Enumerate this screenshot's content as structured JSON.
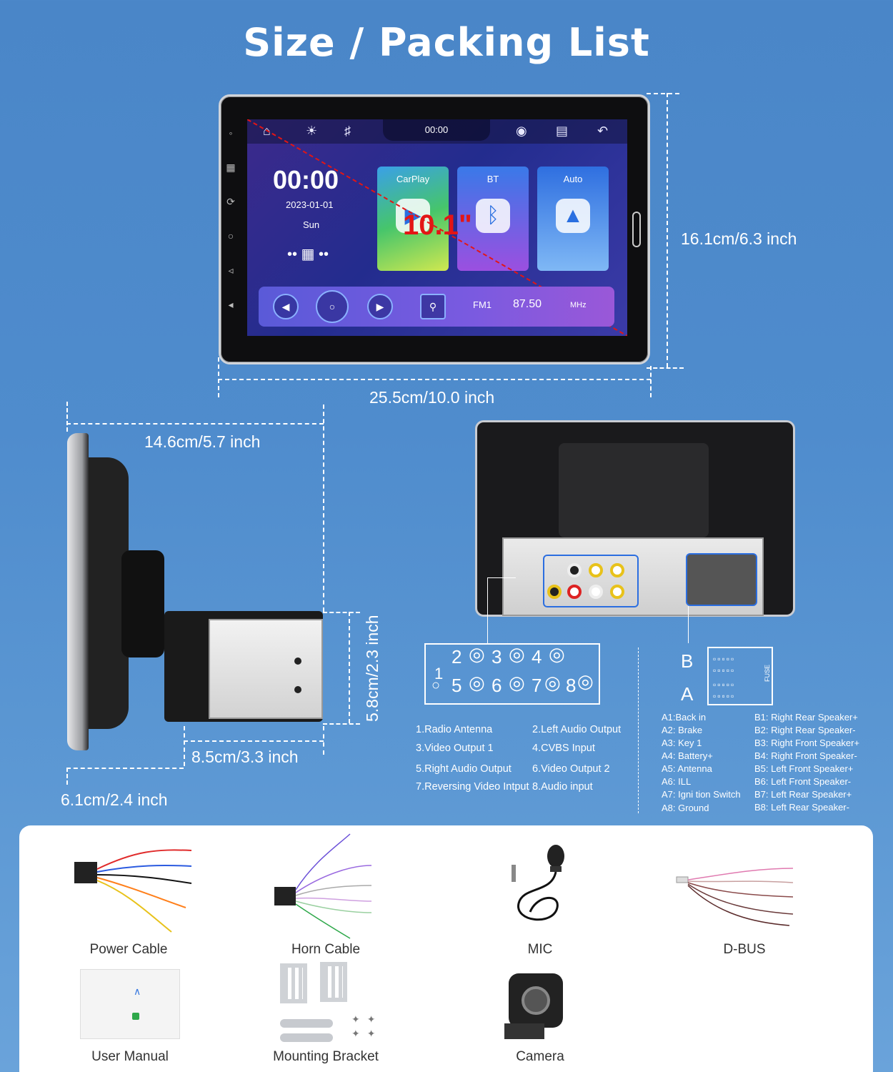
{
  "title": "Size / Packing List",
  "dimensions": {
    "height_front": "16.1cm/6.3 inch",
    "width_front": "25.5cm/10.0 inch",
    "depth_total": "14.6cm/5.7 inch",
    "chassis_height": "5.8cm/2.3 inch",
    "chassis_depth": "8.5cm/3.3 inch",
    "panel_depth": "6.1cm/2.4 inch"
  },
  "screen": {
    "top_clock": "00:00",
    "clock": "00:00",
    "date": "2023-01-01",
    "day": "Sun",
    "size_label": "10.1\"",
    "apps": [
      "CarPlay",
      "BT",
      "Auto"
    ],
    "band": "FM1",
    "frequency": "87.50",
    "unit": "MHz"
  },
  "rca_diagram": {
    "numbers": [
      "2",
      "3",
      "4",
      "1",
      "5",
      "6",
      "7",
      "8"
    ]
  },
  "rca_legend": [
    "1.Radio Antenna",
    "2.Left Audio Output",
    "3.Video Output 1",
    "4.CVBS Input",
    "5.Right Audio Output",
    "6.Video Output 2",
    "7.Reversing Video Intput",
    "8.Audio input"
  ],
  "iso": {
    "label_b": "B",
    "label_a": "A",
    "fuse": "FUSE",
    "a_pins": [
      "A1:Back   in",
      "A2: Brake",
      "A3: Key 1",
      "A4: Battery+",
      "A5: Antenna",
      "A6: ILL",
      "A7:  Igni tion Switch",
      "A8: Ground"
    ],
    "b_pins": [
      "B1: Right Rear Speaker+",
      "B2: Right Rear Speaker-",
      "B3: Right Front Speaker+",
      "B4: Right Front Speaker-",
      "B5: Left Front Speaker+",
      "B6: Left Front Speaker-",
      "B7: Left Rear Speaker+",
      "B8: Left Rear Speaker-"
    ]
  },
  "packing_list": {
    "power_cable": "Power Cable",
    "horn_cable": "Horn Cable",
    "mic": "MIC",
    "dbus": "D-BUS",
    "user_manual": "User Manual",
    "mounting_bracket": "Mounting Bracket",
    "camera": "Camera"
  },
  "colors": {
    "background": "#4f8ccd",
    "size_label": "#e31515",
    "highlight_box": "#2b6ee0"
  }
}
